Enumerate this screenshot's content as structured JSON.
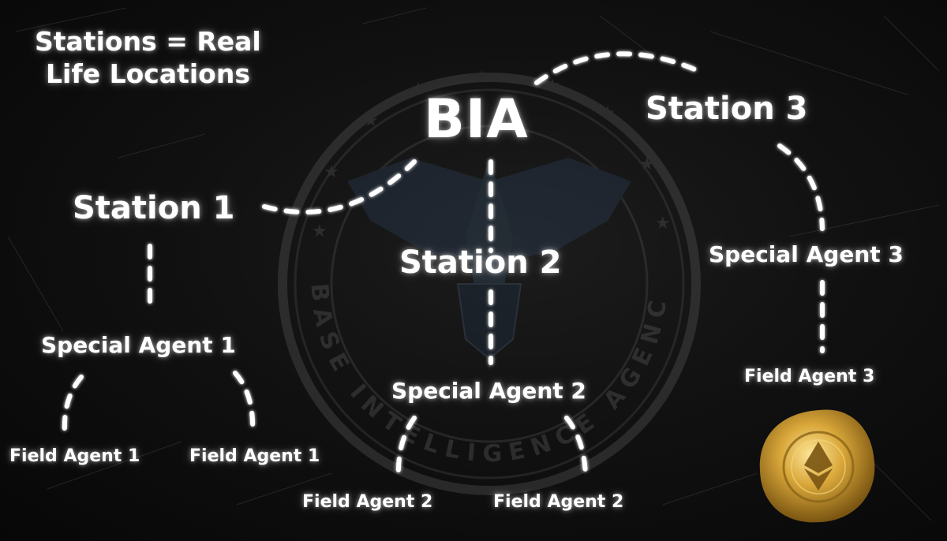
{
  "note": {
    "line1": "Stations = Real",
    "line2": "Life Locations"
  },
  "root": {
    "label": "BIA"
  },
  "stations": [
    {
      "label": "Station 1"
    },
    {
      "label": "Station 2"
    },
    {
      "label": "Station 3"
    }
  ],
  "special_agents": [
    {
      "label": "Special Agent 1"
    },
    {
      "label": "Special Agent 2"
    },
    {
      "label": "Special Agent 3"
    }
  ],
  "field_agents": [
    {
      "label": "Field Agent 1"
    },
    {
      "label": "Field Agent 1"
    },
    {
      "label": "Field Agent 2"
    },
    {
      "label": "Field Agent 2"
    },
    {
      "label": "Field Agent 3"
    }
  ],
  "emblem": {
    "ring_text": "BASE INTELLIGENCE AGENCY"
  },
  "colors": {
    "background": "#0b0b0b",
    "text": "#ffffff",
    "connector": "#ffffff",
    "wax_seal": "#c9952a"
  },
  "icons": {
    "emblem": "agency-eagle-emblem",
    "seal": "gold-wax-seal-ethereum-icon"
  }
}
